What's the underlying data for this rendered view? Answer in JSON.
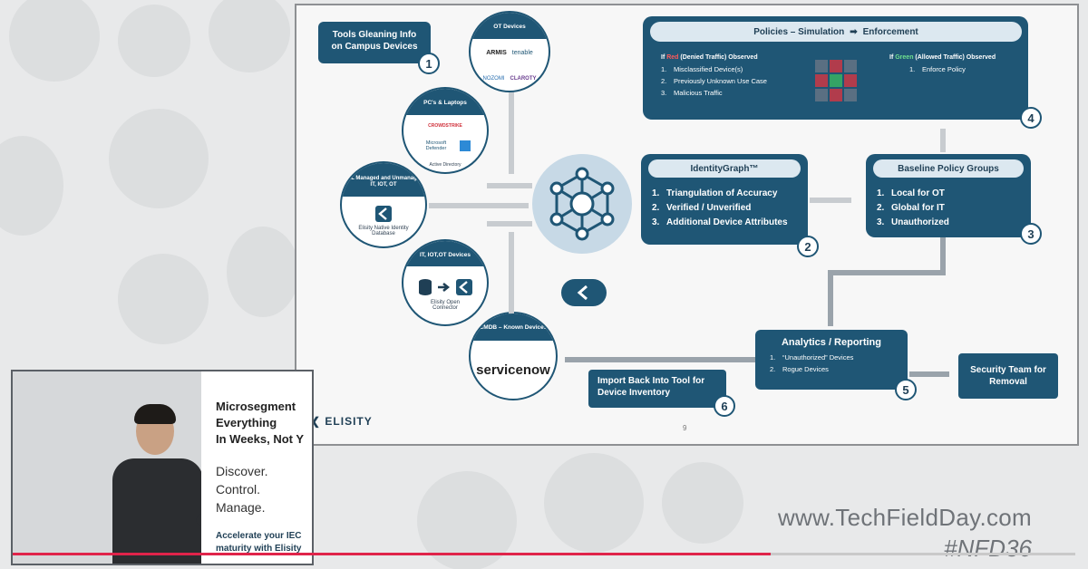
{
  "slide": {
    "tools_box": "Tools Gleaning Info on Campus Devices",
    "ot_devices": {
      "title": "OT Devices",
      "vendors": [
        "ARMIS",
        "tenable",
        "NOZOMI",
        "CLAROTY"
      ]
    },
    "pcs": {
      "title": "PC's & Laptops",
      "vendors": [
        "CROWDSTRIKE",
        "Microsoft Defender",
        "Active Directory"
      ]
    },
    "managed": {
      "title": "ALL Managed and Unmanaged IT, IOT, OT",
      "caption": "Elisity Native Identity Database"
    },
    "iot": {
      "title": "IT, IOT,OT Devices",
      "caption": "Elisity Open Connector"
    },
    "cmdb": {
      "title": "CMDB – Known Devices",
      "logo": "servicenow"
    },
    "policies": {
      "title": "Policies – Simulation",
      "title_end": "Enforcement",
      "left_head_pre": "If ",
      "left_head_color": "Red",
      "left_head_post": " (Denied Traffic) Observed",
      "left_items": [
        "Misclassified Device(s)",
        "Previously Unknown Use Case",
        "Malicious Traffic"
      ],
      "right_head_pre": "If ",
      "right_head_color": "Green",
      "right_head_post": " (Allowed Traffic) Observed",
      "right_items": [
        "Enforce Policy"
      ]
    },
    "identity": {
      "title": "IdentityGraph™",
      "items": [
        "Triangulation of Accuracy",
        "Verified / Unverified",
        "Additional Device Attributes"
      ]
    },
    "baseline": {
      "title": "Baseline Policy Groups",
      "items": [
        "Local for OT",
        "Global for IT",
        "Unauthorized"
      ]
    },
    "analytics": {
      "title": "Analytics / Reporting",
      "items": [
        "“Unauthorized” Devices",
        "Rogue Devices"
      ]
    },
    "security": "Security Team for Removal",
    "import": "Import Back Into Tool for Device Inventory",
    "numbers": [
      "1",
      "2",
      "3",
      "4",
      "5",
      "6"
    ],
    "brand": "ELISITY",
    "page": "9"
  },
  "video": {
    "banner_title": [
      "Microsegment",
      "Everything",
      "In Weeks, Not Y"
    ],
    "banner_words": [
      "Discover.",
      "Control.",
      "Manage."
    ],
    "banner_foot": [
      "Accelerate your IEC",
      "maturity with Elisity"
    ]
  },
  "watermark": {
    "url": "www.TechFieldDay.com",
    "tag": "#NFD36"
  },
  "colors": {
    "accent": "#1f5675",
    "progress": "#e0244a"
  },
  "progress": {
    "played_fraction": 0.71
  }
}
